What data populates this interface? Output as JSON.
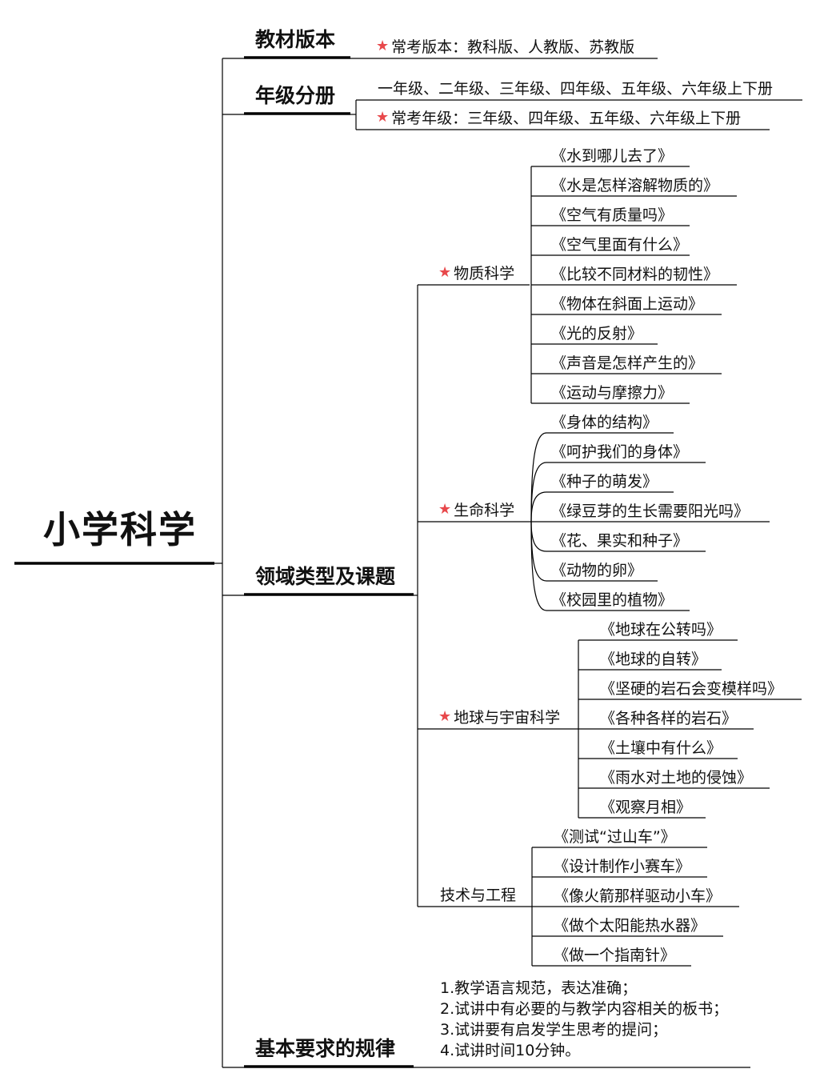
{
  "root": {
    "title": "小学科学"
  },
  "branches": {
    "textbook": {
      "label": "教材版本",
      "items": [
        {
          "text": "常考版本：教科版、人教版、苏教版",
          "starred": true
        }
      ]
    },
    "grades": {
      "label": "年级分册",
      "items": [
        {
          "text": "一年级、二年级、三年级、四年级、五年级、六年级上下册",
          "starred": false
        },
        {
          "text": "常考年级：三年级、四年级、五年级、六年级上下册",
          "starred": true
        }
      ]
    },
    "domains": {
      "label": "领域类型及课题",
      "categories": [
        {
          "label": "物质科学",
          "starred": true,
          "topics": [
            "《水到哪儿去了》",
            "《水是怎样溶解物质的》",
            "《空气有质量吗》",
            "《空气里面有什么》",
            "《比较不同材料的韧性》",
            "《物体在斜面上运动》",
            "《光的反射》",
            "《声音是怎样产生的》",
            "《运动与摩擦力》"
          ]
        },
        {
          "label": "生命科学",
          "starred": true,
          "topics": [
            "《身体的结构》",
            "《呵护我们的身体》",
            "《种子的萌发》",
            "《绿豆芽的生长需要阳光吗》",
            "《花、果实和种子》",
            "《动物的卵》",
            "《校园里的植物》"
          ]
        },
        {
          "label": "地球与宇宙科学",
          "starred": true,
          "topics": [
            "《地球在公转吗》",
            "《地球的自转》",
            "《坚硬的岩石会变模样吗》",
            "《各种各样的岩石》",
            "《土壤中有什么》",
            "《雨水对土地的侵蚀》",
            "《观察月相》"
          ]
        },
        {
          "label": "技术与工程",
          "starred": false,
          "topics": [
            "《测试“过山车”》",
            "《设计制作小赛车》",
            "《像火箭那样驱动小车》",
            "《做个太阳能热水器》",
            "《做一个指南针》"
          ]
        }
      ]
    },
    "rules": {
      "label": "基本要求的规律",
      "items": [
        "1.教学语言规范，表达准确；",
        "2.试讲中有必要的与教学内容相关的板书；",
        "3.试讲要有启发学生思考的提问；",
        "4.试讲时间10分钟。"
      ]
    }
  },
  "colors": {
    "star": "#e8484b",
    "line": "#000000"
  },
  "icons": {
    "star": "star-icon"
  }
}
